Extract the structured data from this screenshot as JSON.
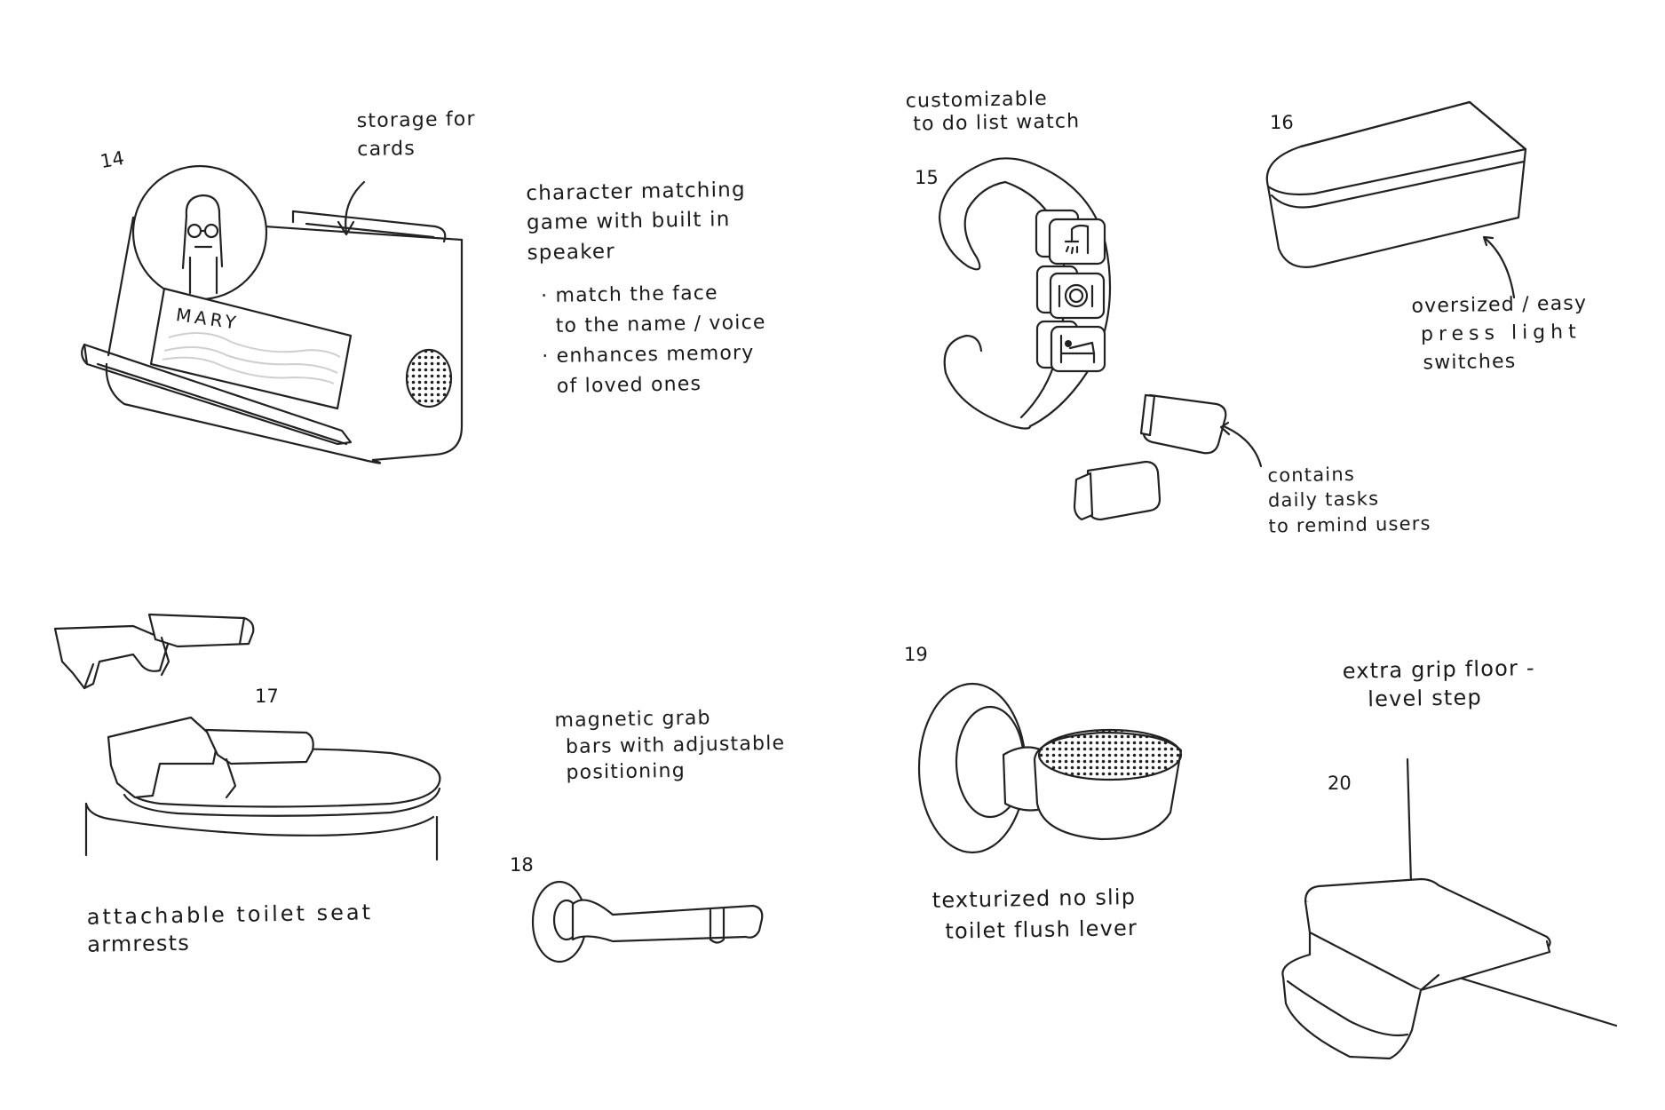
{
  "sketches": [
    {
      "number": "14",
      "lines": [
        "storage for",
        "cards"
      ],
      "card_name": "MARY",
      "description": [
        "character matching",
        "game with built in",
        "speaker"
      ],
      "bullets": [
        "· match the face",
        "to the name / voice",
        "· enhances memory",
        "of loved ones"
      ]
    },
    {
      "number": "15",
      "lines": [
        "customizable",
        "to do list watch"
      ],
      "note": [
        "contains",
        "daily tasks",
        "to remind users"
      ],
      "icons": [
        "shower-icon",
        "dinner-plate-icon",
        "bed-icon"
      ]
    },
    {
      "number": "16",
      "lines": [
        "oversized / easy",
        "press light",
        "switches"
      ]
    },
    {
      "number": "17",
      "lines": [
        "attachable toilet seat",
        "armrests"
      ]
    },
    {
      "number": "18",
      "lines": [
        "magnetic grab",
        "bars with adjustable",
        "positioning"
      ]
    },
    {
      "number": "19",
      "lines": [
        "texturized no slip",
        "toilet flush lever"
      ]
    },
    {
      "number": "20",
      "lines": [
        "extra grip floor -",
        "level step"
      ]
    }
  ]
}
